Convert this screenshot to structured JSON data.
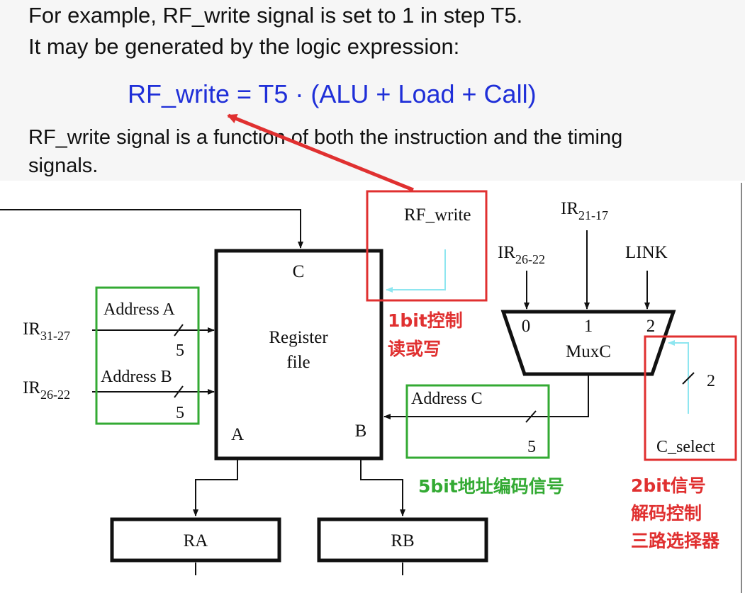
{
  "colors": {
    "formula": "#1f2fd8",
    "annotation_red": "#e03030",
    "annotation_green": "#33aa33",
    "signal_cyan": "#8ee6f0",
    "line": "#111111"
  },
  "intro": {
    "line1": "For example, RF_write signal is set to 1 in step T5.",
    "line2": "It may be generated by the logic expression:"
  },
  "formula": {
    "text": "RF_write = T5 · (ALU + Load + Call)"
  },
  "description": {
    "line1": "RF_write signal is a function of both the instruction and the timing",
    "line2": "signals."
  },
  "diagram": {
    "register_file": {
      "name_line1": "Register",
      "name_line2": "file",
      "port_c": "C",
      "port_a": "A",
      "port_b": "B"
    },
    "rf_write": "RF_write",
    "addr_a": {
      "label": "Address A",
      "bus_width": "5"
    },
    "addr_b": {
      "label": "Address B",
      "bus_width": "5"
    },
    "ir_a": {
      "base": "IR",
      "sub": "31-27"
    },
    "ir_b": {
      "base": "IR",
      "sub": "26-22"
    },
    "mux": {
      "name": "MuxC",
      "input0": "0",
      "input1": "1",
      "input2": "2",
      "in0": {
        "base": "IR",
        "sub": "26-22"
      },
      "in1": {
        "base": "IR",
        "sub": "21-17"
      },
      "in2": "LINK"
    },
    "addr_c": {
      "label": "Address C",
      "bus_width": "5"
    },
    "c_select": {
      "label": "C_select",
      "bus_width": "2"
    },
    "ra": "RA",
    "rb": "RB",
    "notes": {
      "control_1bit_line1": "1bit控制",
      "control_1bit_line2": "读或写",
      "addr_5bit": "5bit地址编码信号",
      "sel_2bit_line1": "2bit信号",
      "sel_2bit_line2": "解码控制",
      "sel_2bit_line3": "三路选择器"
    }
  }
}
